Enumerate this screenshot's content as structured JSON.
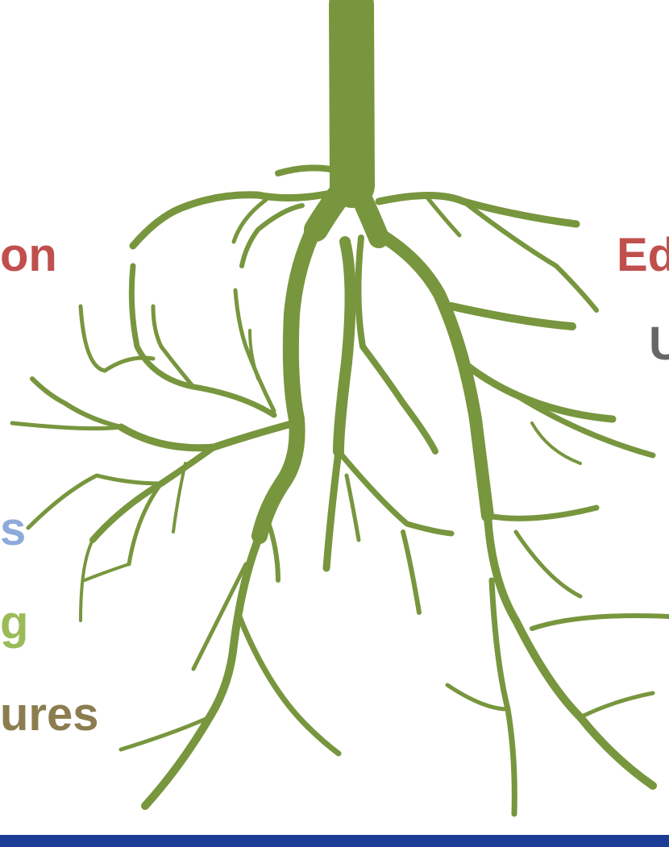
{
  "colors": {
    "root": "#78963e",
    "background": "#ffffff",
    "bottom_bar": "#1c3d96"
  },
  "labels": {
    "left_1": {
      "text": "on",
      "color": "#c0504d"
    },
    "left_2": {
      "text": "s",
      "color": "#8eaadb"
    },
    "left_3": {
      "text": "g",
      "color": "#9bbb59"
    },
    "left_4": {
      "text": "ures",
      "color": "#8b7d4f"
    },
    "right_1": {
      "text": "Ed",
      "color": "#c0504d"
    },
    "right_2": {
      "text": "U",
      "color": "#666666"
    }
  }
}
